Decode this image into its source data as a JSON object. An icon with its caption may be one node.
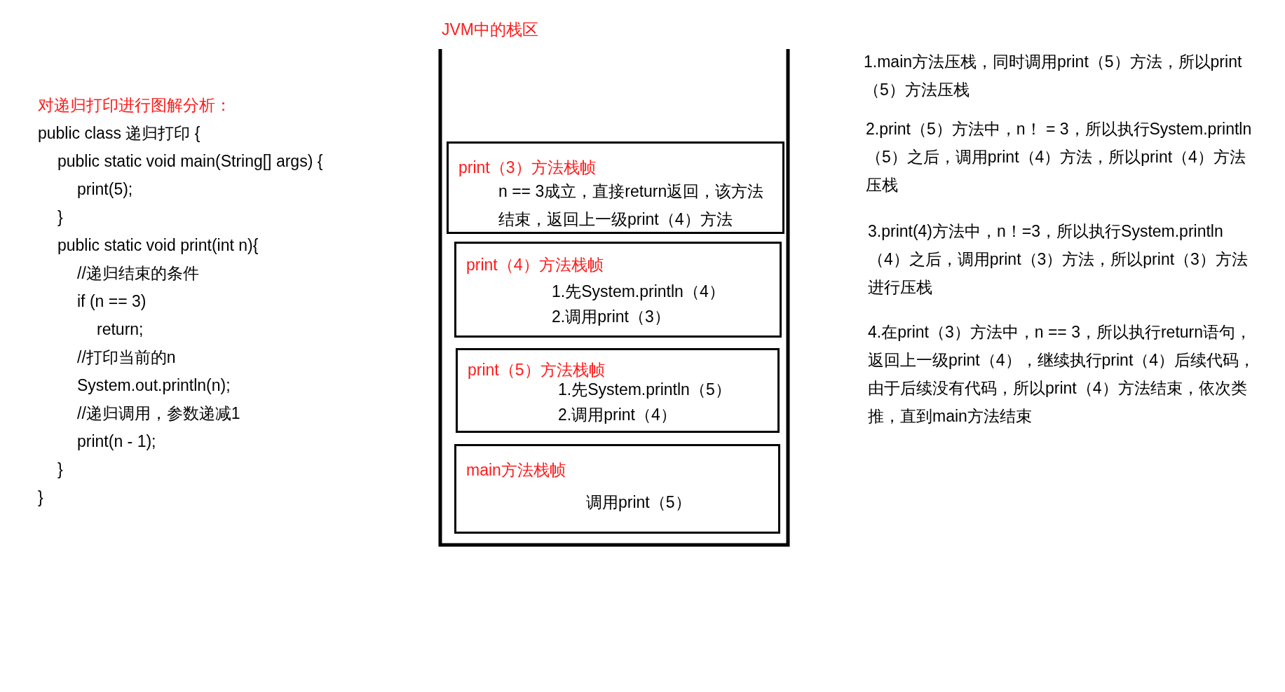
{
  "diagram": {
    "nodes": [
      {
        "text": [
          "JVM中的栈区"
        ]
      },
      {
        "text": [
          "print（3）方法栈帧",
          "n == 3成立，直接return返回，该方法结束，返回上一级print（4）方法"
        ],
        "in": 0
      },
      {
        "text": [
          "print（4）方法栈帧",
          "1.先System.println（4）",
          "2.调用print（3）"
        ],
        "in": 0
      },
      {
        "text": [
          "print（5）方法栈帧",
          "1.先System.println（5）",
          "2.调用print（4）"
        ],
        "in": 0
      },
      {
        "text": [
          "main方法栈帧",
          "调用print（5）"
        ],
        "in": 0
      }
    ],
    "edges": [],
    "labels": [
      "对递归打印进行图解分析：",
      "public class 递归打印 {",
      "public static void main(String[] args) {",
      "print(5);",
      "}",
      "public static void print(int n){",
      "//递归结束的条件",
      "if (n == 3)",
      "return;",
      "//打印当前的n",
      "System.out.println(n);",
      "//递归调用，参数递减1",
      "print(n - 1);",
      "}",
      "}",
      "1.main方法压栈，同时调用print（5）方法，所以print（5）方法压栈",
      "2.print（5）方法中，n！ = 3，所以执行System.println（5）之后，调用print（4）方法，所以print（4）方法压栈",
      "3.print(4)方法中，n！=3，所以执行System.println（4）之后，调用print（3）方法，所以print（3）方法进行压栈",
      "4.在print（3）方法中，n == 3，所以执行return语句，返回上一级print（4），继续执行print（4）后续代码，由于后续没有代码，所以print（4）方法结束，依次类推，直到main方法结束"
    ]
  }
}
